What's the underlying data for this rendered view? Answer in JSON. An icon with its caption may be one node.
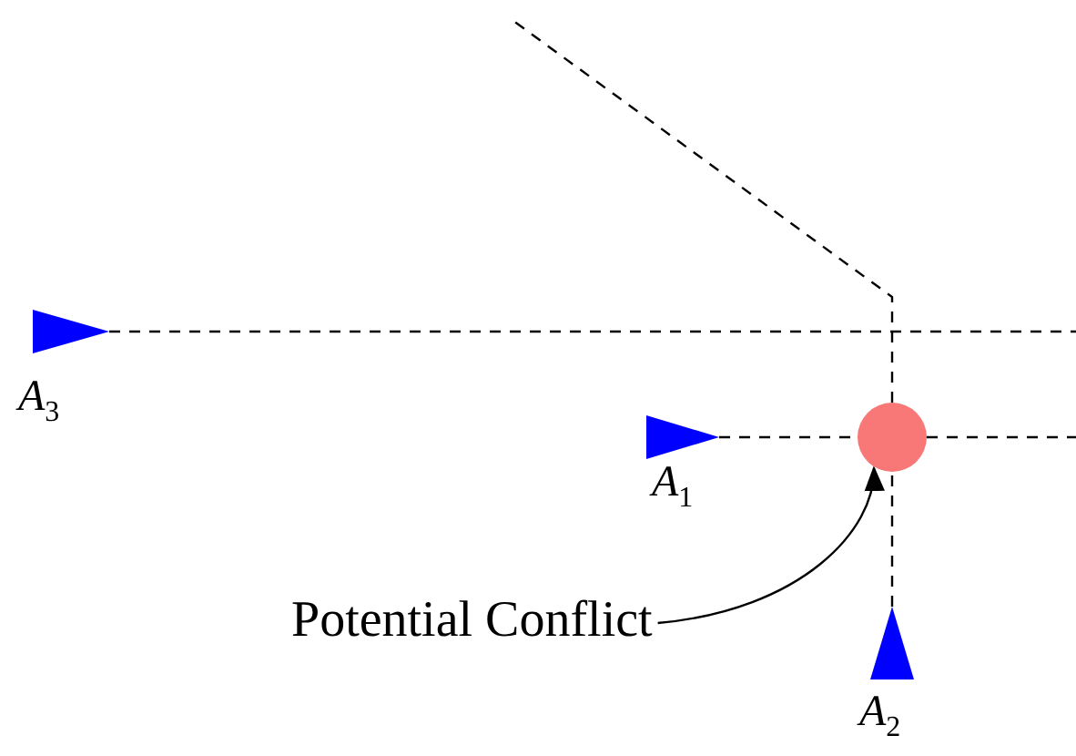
{
  "diagram": {
    "nodes": [
      {
        "text": [
          "A$_{3}$"
        ]
      },
      {
        "text": [
          "A$_{1}$"
        ]
      },
      {
        "text": [
          "A$_{2}$"
        ]
      },
      {
        "text": [],
        "shape": "circle"
      },
      {
        "text": [
          "Potential Conflict"
        ]
      }
    ],
    "edges": [
      {
        "from": 1,
        "to": 3,
        "arrow": "none",
        "style": "dashed"
      },
      {
        "from": 2,
        "to": 3,
        "arrow": "none",
        "style": "dashed"
      },
      {
        "from": 4,
        "to": 3,
        "arrow": "to"
      }
    ]
  }
}
